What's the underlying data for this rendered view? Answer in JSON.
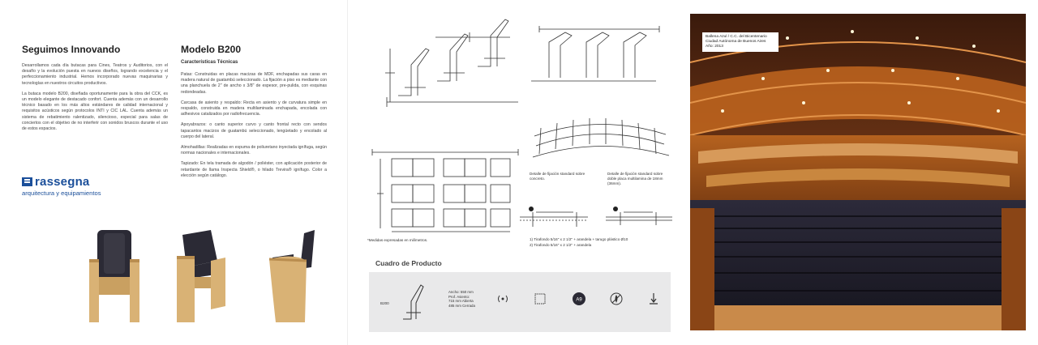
{
  "panel1": {
    "col_a": {
      "title": "Seguimos Innovando",
      "para1": "Desarrollamos cada día butacas para Cines, Teatros y Auditorios, con el desafío y la evolución puesta en nuevos diseños, logrando excelencia y el perfeccionamiento industrial. Hemos incorporado nuevas maquinarias y tecnologías en nuestros circuitos productivos.",
      "para2": "La butaca modelo B200, diseñada oportunamente para la obra del CCK, es un modelo elegante de destacado confort. Cuenta además con un desarrollo técnico basado en los más altos estándares de calidad internacional y requisitos acústicos según protocolos INTI y CIC LAL. Cuenta además un sistema de rebatimiento ralentizado, silencioso, especial para salas de conciertos con el objetivo de no interferir con sonidos bruscos durante el uso de estos espacios."
    },
    "col_b": {
      "title": "Modelo B200",
      "subtitle": "Características Técnicas",
      "patas": "Patas: Construidas en placas macizas de MDF, enchapadas sus caras en madera natural de guatambú seleccionado. La fijación a piso es mediante con una planchuela de 2\" de ancho x 3/8\" de espesor, pre-pulida, con esquinas redondeadas.",
      "carcasa": "Carcasa de asiento y respaldo: Recta en asiento y de curvatura simple en respaldo, construida en madera multilaminada enchapada, encolada con adhesivos catalizados por radiofrecuencia.",
      "apoyabrazos": "Apoyabrazos: o canto superior curvo y canto frontal recto con sendos tapacantos macizos de guatambú seleccionado, lengüetado y encolado al cuerpo del lateral.",
      "almohadillas": "Almohadillas: Realizadas en espuma de poliuretano inyectada ignífuga, según normas nacionales e internacionales.",
      "tapizado": "Tapizado: En tela tramada de algodón / poliéster, con aplicación posterior de retardante de llama Inspecta Shield®, o hilado Trevira® ignífugo. Color a elección según catálogo."
    },
    "logo": {
      "name": "rassegna",
      "tagline": "arquitectura y equipamientos"
    }
  },
  "panel2": {
    "note_units": "*Medidas expresadas en milímetros.",
    "detail1_title": "Detalle de fijación standard sobre concreto.",
    "detail2_title": "Detalle de fijación standard sobre doble placa multilamina de 18mm (36mm).",
    "fix1": "1) Tirafondo 5/16\" x 2 1/2\" + arandela + tarugo plástico Ø10",
    "fix2": "2) Tirafondo 5/16\" x 2 1/2\" + arandela",
    "cuadro_title": "Cuadro de Producto",
    "cuadro": {
      "model": "B200",
      "dims_line1": "Ancho: 550 mm",
      "dims_line2": "Prof. Asiento:",
      "dims_line3": "715 mm Abierta",
      "dims_line4": "485 mm Cerrada",
      "badge": "A9"
    }
  },
  "panel3": {
    "caption": [
      "Ballena Azul / C.C. del Bicentenario",
      "Ciudad Autónoma de Buenos Aires",
      "Año: 2013"
    ]
  },
  "colors": {
    "brand_blue": "#1b4f9a",
    "wood": "#d9b275",
    "seat_fabric": "#2b2a35",
    "panel_gray": "#e9e9ea"
  }
}
